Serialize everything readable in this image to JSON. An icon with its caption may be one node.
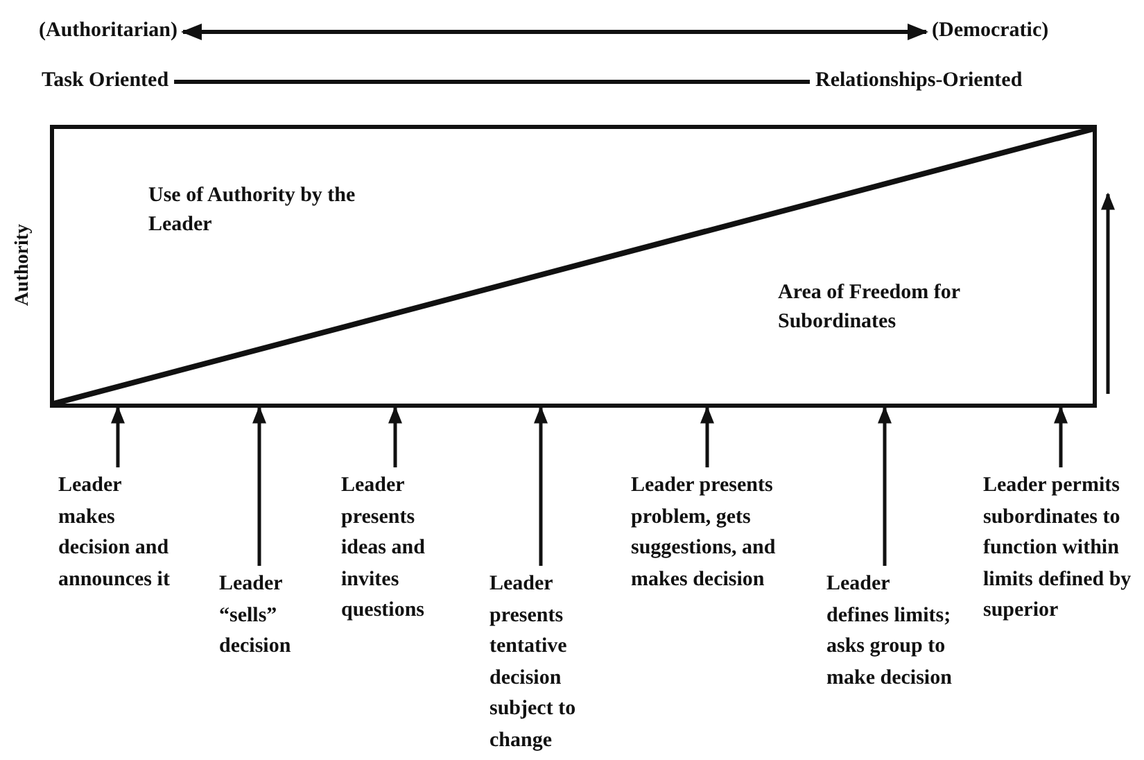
{
  "diagram": {
    "nodes": [
      {
        "text": [
          "(Authoritarian)"
        ]
      },
      {
        "text": [
          "(Democratic)"
        ]
      },
      {
        "text": [
          "Task Oriented"
        ]
      },
      {
        "text": [
          "Relationships-Oriented"
        ]
      },
      {
        "text": [
          "Use of Authority by the Leader",
          "Area of Freedom for Subordinates"
        ]
      },
      {
        "text": [
          "Leader makes decision and announces it"
        ]
      },
      {
        "text": [
          "Leader “sells” decision"
        ]
      },
      {
        "text": [
          "Leader presents ideas and invites questions"
        ]
      },
      {
        "text": [
          "Leader presents tentative decision subject to change"
        ]
      },
      {
        "text": [
          "Leader presents problem, gets suggestions, and makes decision"
        ]
      },
      {
        "text": [
          "Leader defines limits; asks group to make decision"
        ]
      },
      {
        "text": [
          "Leader permits subordinates to function within limits defined by superior"
        ]
      }
    ],
    "edges": [
      {
        "from": 0,
        "to": 1,
        "arrow": "both"
      },
      {
        "from": 2,
        "to": 3,
        "arrow": "none"
      },
      {
        "from": 5,
        "to": 4,
        "arrow": "to"
      },
      {
        "from": 6,
        "to": 4,
        "arrow": "to"
      },
      {
        "from": 7,
        "to": 4,
        "arrow": "to"
      },
      {
        "from": 8,
        "to": 4,
        "arrow": "to"
      },
      {
        "from": 9,
        "to": 4,
        "arrow": "to"
      },
      {
        "from": 10,
        "to": 4,
        "arrow": "to"
      },
      {
        "from": 11,
        "to": 4,
        "arrow": "to"
      }
    ],
    "labels": [
      "Authority"
    ]
  }
}
